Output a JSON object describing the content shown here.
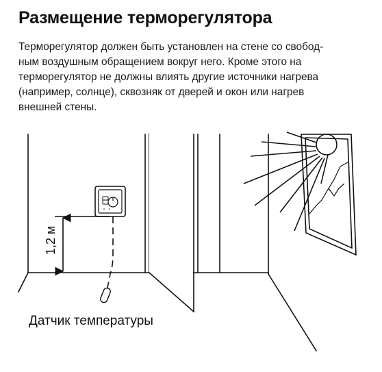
{
  "title": "Размещение терморегулятора",
  "intro_lines": [
    "Терморегулятор должен быть установлен на стене со свобод-",
    "ным воздушным обращением вокруг него. Кроме этого на",
    "терморегулятор не должны влиять другие источники нагрева",
    "(например, солнце), сквозняк от дверей и окон или нагрев",
    "внешней стены."
  ],
  "illustration": {
    "height_label": "1,2 м",
    "sensor_label": "Датчик температуры"
  }
}
